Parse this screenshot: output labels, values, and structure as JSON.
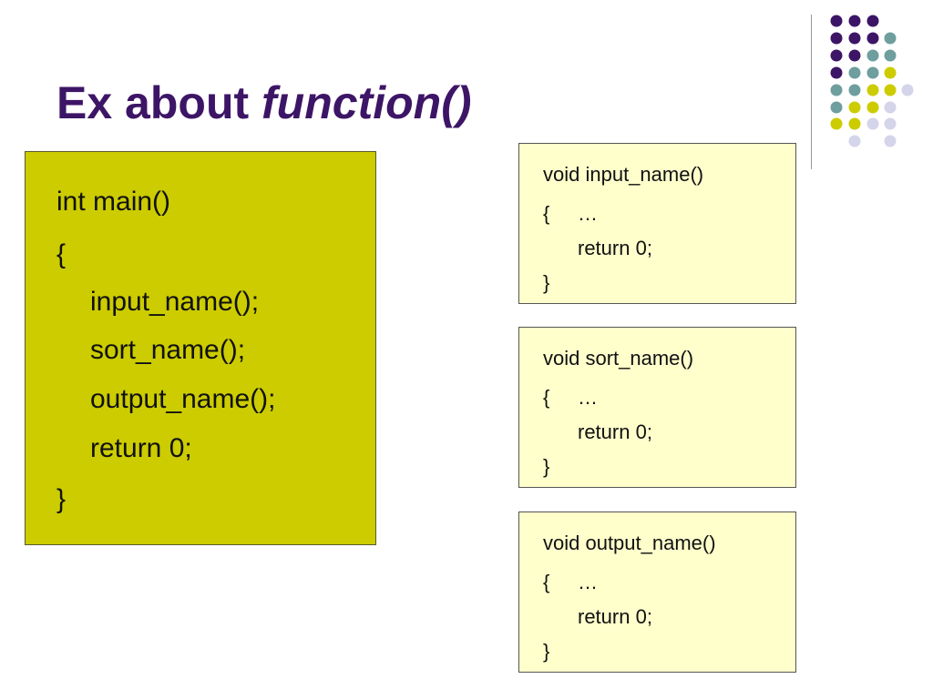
{
  "slide": {
    "title_plain": "Ex about ",
    "title_italic": "function()",
    "main_code": [
      "int main()",
      "{",
      "input_name();",
      "sort_name();",
      "output_name();",
      "return 0;",
      "}"
    ],
    "function_boxes": [
      {
        "lines": [
          "void input_name()",
          "{",
          "…",
          "return 0;",
          "}"
        ]
      },
      {
        "lines": [
          "void sort_name()",
          "{",
          "…",
          "return 0;",
          "}"
        ]
      },
      {
        "lines": [
          "void output_name()",
          "{",
          "…",
          "return 0;",
          "}"
        ]
      }
    ],
    "colors": {
      "purple": "#3d1566",
      "teal": "#6e9e9e",
      "olive": "#cccc00",
      "lavender": "#d4d4ea",
      "main_box_fill": "#cccc00",
      "function_box_fill": "#ffffcc"
    }
  }
}
